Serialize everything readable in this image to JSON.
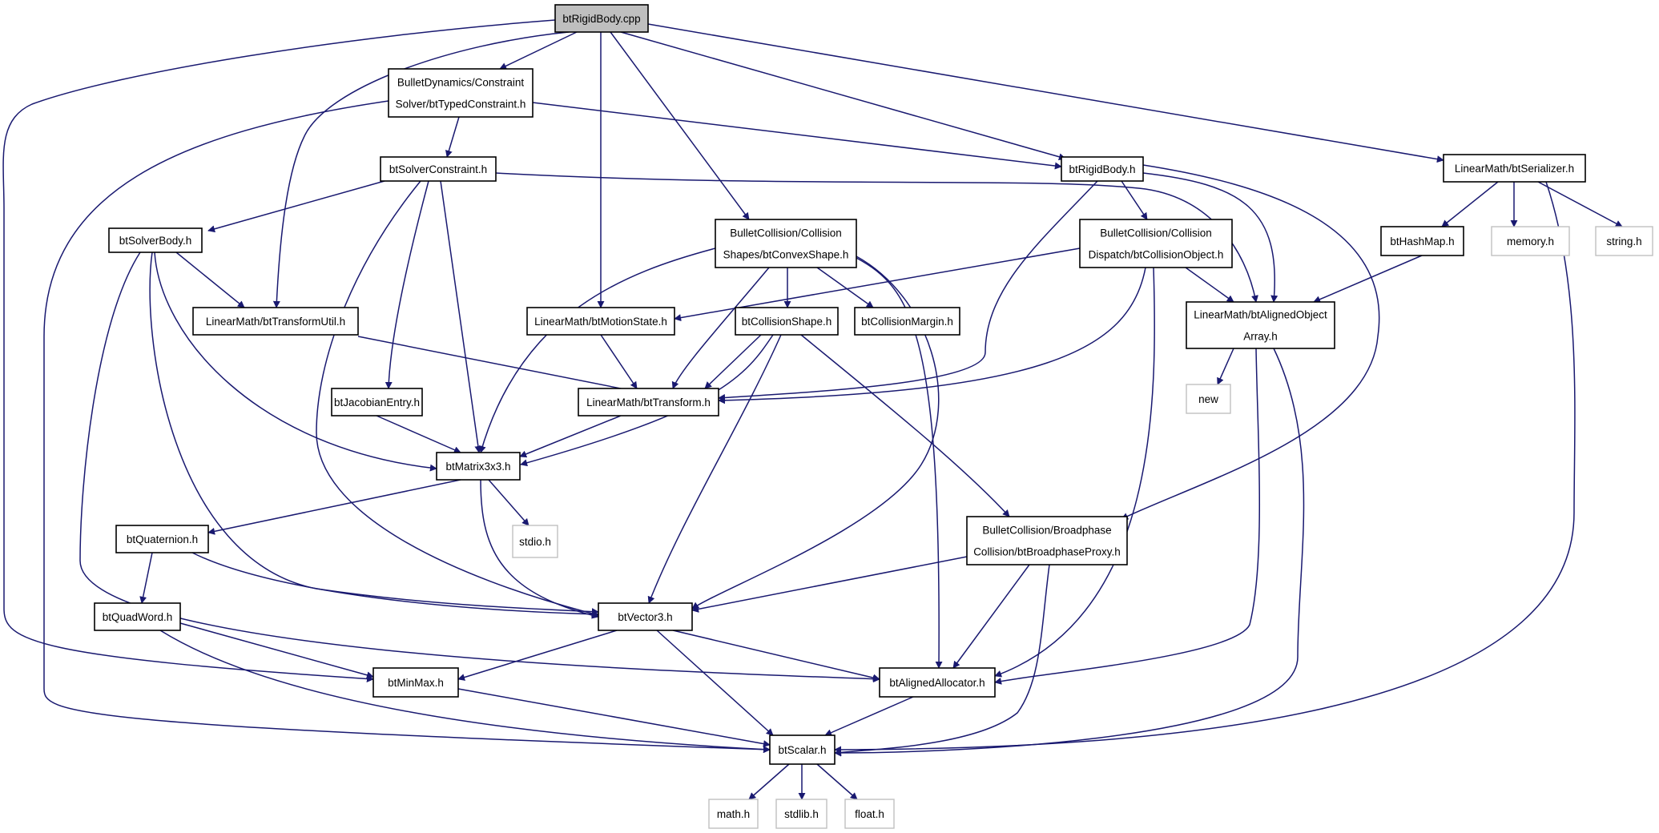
{
  "diagram": {
    "edge_color": "#191970",
    "root_fill": "#bfbfbf",
    "node_border": "#000000",
    "external_border": "#c0c0c0",
    "nodes": [
      {
        "id": "root",
        "lines": [
          "btRigidBody.cpp"
        ],
        "kind": "root"
      },
      {
        "id": "typed",
        "lines": [
          "BulletDynamics/Constraint",
          "Solver/btTypedConstraint.h"
        ],
        "kind": "file"
      },
      {
        "id": "solverc",
        "lines": [
          "btSolverConstraint.h"
        ],
        "kind": "file"
      },
      {
        "id": "rigidh",
        "lines": [
          "btRigidBody.h"
        ],
        "kind": "file"
      },
      {
        "id": "serializer",
        "lines": [
          "LinearMath/btSerializer.h"
        ],
        "kind": "file"
      },
      {
        "id": "solverbody",
        "lines": [
          "btSolverBody.h"
        ],
        "kind": "file"
      },
      {
        "id": "convex",
        "lines": [
          "BulletCollision/Collision",
          "Shapes/btConvexShape.h"
        ],
        "kind": "file"
      },
      {
        "id": "collobj",
        "lines": [
          "BulletCollision/Collision",
          "Dispatch/btCollisionObject.h"
        ],
        "kind": "file"
      },
      {
        "id": "hashmap",
        "lines": [
          "btHashMap.h"
        ],
        "kind": "file"
      },
      {
        "id": "memory",
        "lines": [
          "memory.h"
        ],
        "kind": "external"
      },
      {
        "id": "stringh",
        "lines": [
          "string.h"
        ],
        "kind": "external"
      },
      {
        "id": "transutil",
        "lines": [
          "LinearMath/btTransformUtil.h"
        ],
        "kind": "file"
      },
      {
        "id": "motion",
        "lines": [
          "LinearMath/btMotionState.h"
        ],
        "kind": "file"
      },
      {
        "id": "collshape",
        "lines": [
          "btCollisionShape.h"
        ],
        "kind": "file"
      },
      {
        "id": "collmargin",
        "lines": [
          "btCollisionMargin.h"
        ],
        "kind": "file"
      },
      {
        "id": "alignedarr",
        "lines": [
          "LinearMath/btAlignedObject",
          "Array.h"
        ],
        "kind": "file"
      },
      {
        "id": "jacobian",
        "lines": [
          "btJacobianEntry.h"
        ],
        "kind": "file"
      },
      {
        "id": "transform",
        "lines": [
          "LinearMath/btTransform.h"
        ],
        "kind": "file"
      },
      {
        "id": "newh",
        "lines": [
          "new"
        ],
        "kind": "external"
      },
      {
        "id": "matrix",
        "lines": [
          "btMatrix3x3.h"
        ],
        "kind": "file"
      },
      {
        "id": "stdio",
        "lines": [
          "stdio.h"
        ],
        "kind": "external"
      },
      {
        "id": "broadproxy",
        "lines": [
          "BulletCollision/Broadphase",
          "Collision/btBroadphaseProxy.h"
        ],
        "kind": "file"
      },
      {
        "id": "quat",
        "lines": [
          "btQuaternion.h"
        ],
        "kind": "file"
      },
      {
        "id": "quadword",
        "lines": [
          "btQuadWord.h"
        ],
        "kind": "file"
      },
      {
        "id": "vector3",
        "lines": [
          "btVector3.h"
        ],
        "kind": "file"
      },
      {
        "id": "minmax",
        "lines": [
          "btMinMax.h"
        ],
        "kind": "file"
      },
      {
        "id": "allocator",
        "lines": [
          "btAlignedAllocator.h"
        ],
        "kind": "file"
      },
      {
        "id": "scalar",
        "lines": [
          "btScalar.h"
        ],
        "kind": "file"
      },
      {
        "id": "math",
        "lines": [
          "math.h"
        ],
        "kind": "external"
      },
      {
        "id": "stdlib",
        "lines": [
          "stdlib.h"
        ],
        "kind": "external"
      },
      {
        "id": "floath",
        "lines": [
          "float.h"
        ],
        "kind": "external"
      }
    ],
    "edges": [
      {
        "from": "root",
        "to": "typed"
      },
      {
        "from": "root",
        "to": "transutil"
      },
      {
        "from": "root",
        "to": "motion"
      },
      {
        "from": "root",
        "to": "convex"
      },
      {
        "from": "root",
        "to": "rigidh"
      },
      {
        "from": "root",
        "to": "serializer"
      },
      {
        "from": "root",
        "to": "minmax"
      },
      {
        "from": "typed",
        "to": "solverc"
      },
      {
        "from": "typed",
        "to": "rigidh"
      },
      {
        "from": "typed",
        "to": "scalar"
      },
      {
        "from": "solverc",
        "to": "solverbody"
      },
      {
        "from": "solverc",
        "to": "jacobian"
      },
      {
        "from": "solverc",
        "to": "matrix"
      },
      {
        "from": "solverc",
        "to": "vector3"
      },
      {
        "from": "solverc",
        "to": "alignedarr"
      },
      {
        "from": "solverbody",
        "to": "transutil"
      },
      {
        "from": "solverbody",
        "to": "matrix"
      },
      {
        "from": "solverbody",
        "to": "vector3"
      },
      {
        "from": "solverbody",
        "to": "allocator"
      },
      {
        "from": "rigidh",
        "to": "collobj"
      },
      {
        "from": "rigidh",
        "to": "alignedarr"
      },
      {
        "from": "rigidh",
        "to": "transform"
      },
      {
        "from": "rigidh",
        "to": "broadproxy"
      },
      {
        "from": "serializer",
        "to": "hashmap"
      },
      {
        "from": "serializer",
        "to": "memory"
      },
      {
        "from": "serializer",
        "to": "stringh"
      },
      {
        "from": "serializer",
        "to": "scalar"
      },
      {
        "from": "hashmap",
        "to": "alignedarr"
      },
      {
        "from": "convex",
        "to": "collshape"
      },
      {
        "from": "convex",
        "to": "collmargin"
      },
      {
        "from": "convex",
        "to": "transform"
      },
      {
        "from": "convex",
        "to": "matrix"
      },
      {
        "from": "convex",
        "to": "vector3"
      },
      {
        "from": "convex",
        "to": "allocator"
      },
      {
        "from": "collobj",
        "to": "motion"
      },
      {
        "from": "collobj",
        "to": "transform"
      },
      {
        "from": "collobj",
        "to": "alignedarr"
      },
      {
        "from": "collobj",
        "to": "allocator"
      },
      {
        "from": "transutil",
        "to": "transform"
      },
      {
        "from": "motion",
        "to": "transform"
      },
      {
        "from": "collshape",
        "to": "transform"
      },
      {
        "from": "collshape",
        "to": "matrix"
      },
      {
        "from": "collshape",
        "to": "vector3"
      },
      {
        "from": "collshape",
        "to": "broadproxy"
      },
      {
        "from": "alignedarr",
        "to": "newh"
      },
      {
        "from": "alignedarr",
        "to": "allocator"
      },
      {
        "from": "alignedarr",
        "to": "scalar"
      },
      {
        "from": "jacobian",
        "to": "matrix"
      },
      {
        "from": "transform",
        "to": "matrix"
      },
      {
        "from": "matrix",
        "to": "quat"
      },
      {
        "from": "matrix",
        "to": "stdio"
      },
      {
        "from": "matrix",
        "to": "vector3"
      },
      {
        "from": "broadproxy",
        "to": "vector3"
      },
      {
        "from": "broadproxy",
        "to": "allocator"
      },
      {
        "from": "broadproxy",
        "to": "scalar"
      },
      {
        "from": "quat",
        "to": "quadword"
      },
      {
        "from": "quat",
        "to": "vector3"
      },
      {
        "from": "quadword",
        "to": "minmax"
      },
      {
        "from": "quadword",
        "to": "scalar"
      },
      {
        "from": "vector3",
        "to": "minmax"
      },
      {
        "from": "vector3",
        "to": "allocator"
      },
      {
        "from": "vector3",
        "to": "scalar"
      },
      {
        "from": "minmax",
        "to": "scalar"
      },
      {
        "from": "allocator",
        "to": "scalar"
      },
      {
        "from": "scalar",
        "to": "math"
      },
      {
        "from": "scalar",
        "to": "stdlib"
      },
      {
        "from": "scalar",
        "to": "floath"
      }
    ]
  }
}
